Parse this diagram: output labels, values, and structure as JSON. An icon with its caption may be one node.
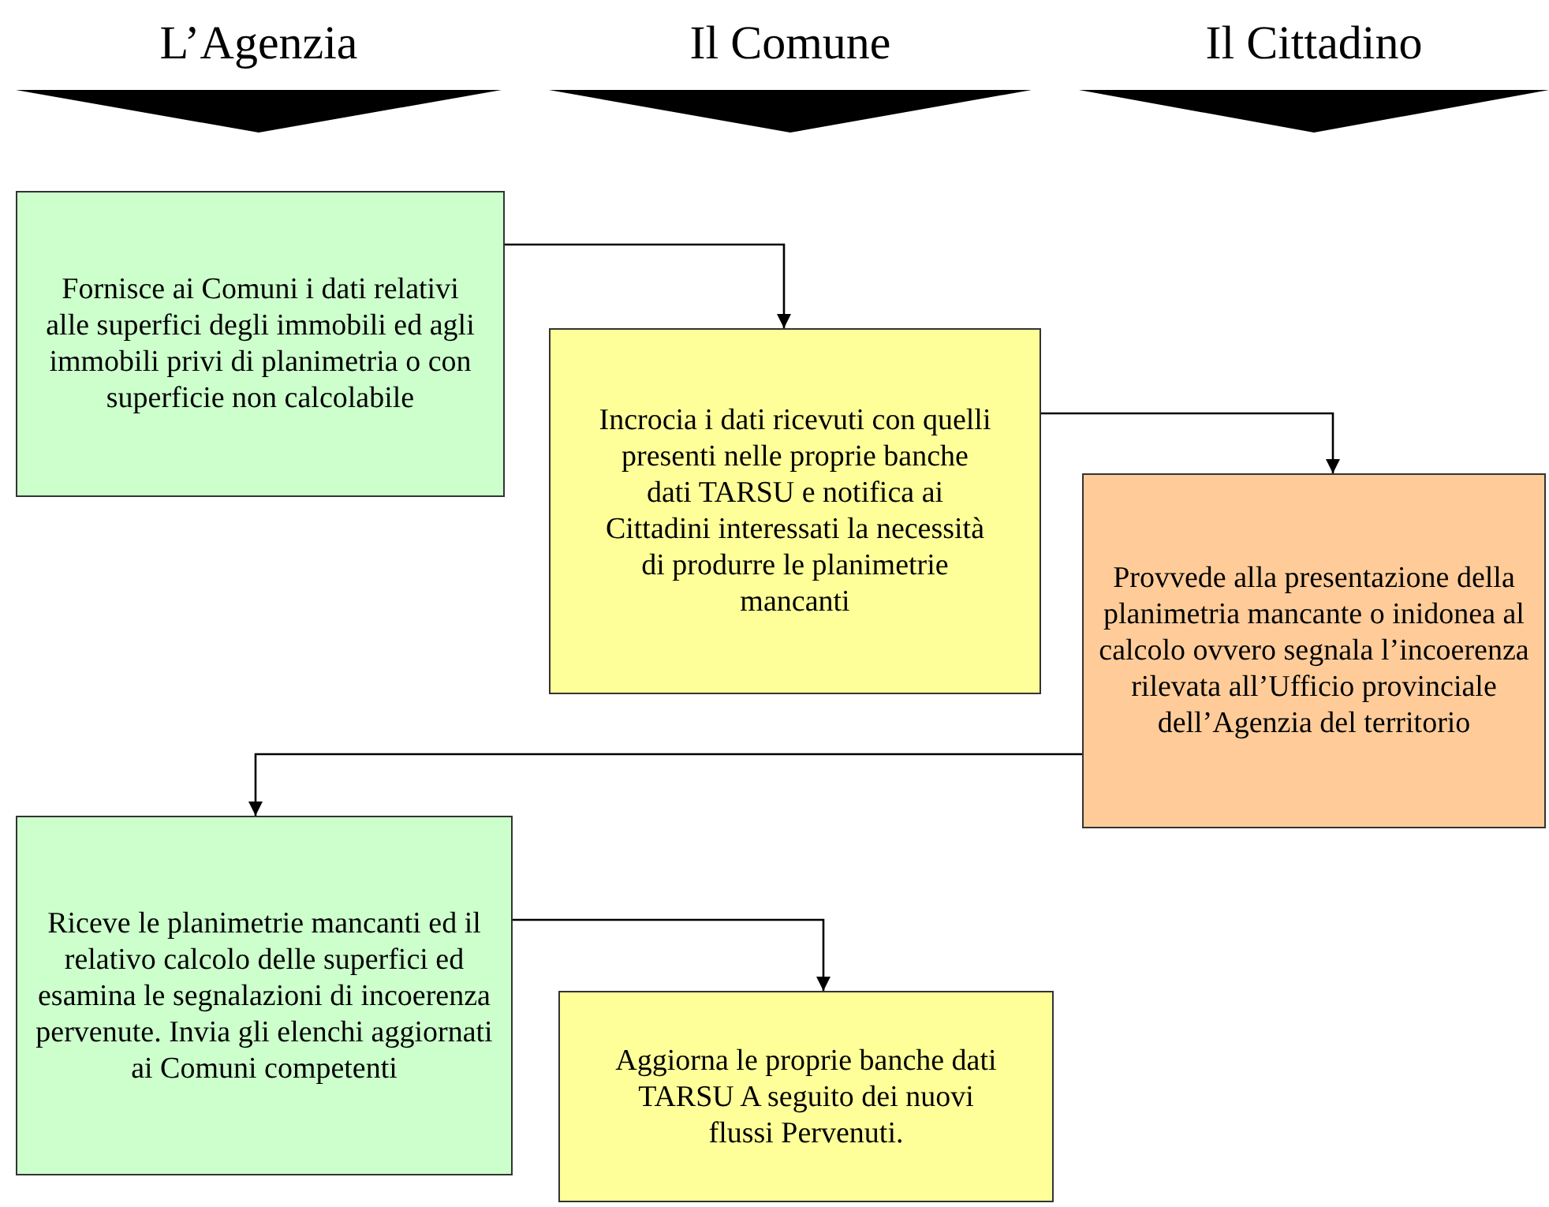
{
  "diagram": {
    "nodes": [
      {
        "text": [
          "L’Agenzia"
        ]
      },
      {
        "text": [
          "Il Comune"
        ]
      },
      {
        "text": [
          "Il Cittadino"
        ]
      },
      {
        "text": [
          "Fornisce ai Comuni i dati relativi alle superfici degli immobili ed agli immobili privi di planimetria o con superficie non calcolabile"
        ]
      },
      {
        "text": [
          "Incrocia i dati ricevuti con quelli presenti nelle proprie banche dati TARSU e notifica ai Cittadini interessati la necessità di produrre le planimetrie mancanti"
        ]
      },
      {
        "text": [
          "Provvede alla presentazione della planimetria mancante o inidonea al calcolo ovvero segnala l’incoerenza rilevata all’Ufficio provinciale dell’Agenzia del territorio"
        ]
      },
      {
        "text": [
          "Riceve le planimetrie mancanti ed il relativo calcolo delle superfici ed esamina le segnalazioni di incoerenza pervenute. Invia gli elenchi aggiornati ai Comuni competenti"
        ]
      },
      {
        "text": [
          "Aggiorna le proprie banche dati TARSU A seguito dei nuovi flussi Pervenuti."
        ]
      }
    ],
    "edges": [
      {
        "from": 3,
        "to": 4,
        "arrow": "to"
      },
      {
        "from": 4,
        "to": 5,
        "arrow": "to"
      },
      {
        "from": 5,
        "to": 6,
        "arrow": "to"
      },
      {
        "from": 6,
        "to": 7,
        "arrow": "to"
      }
    ]
  }
}
